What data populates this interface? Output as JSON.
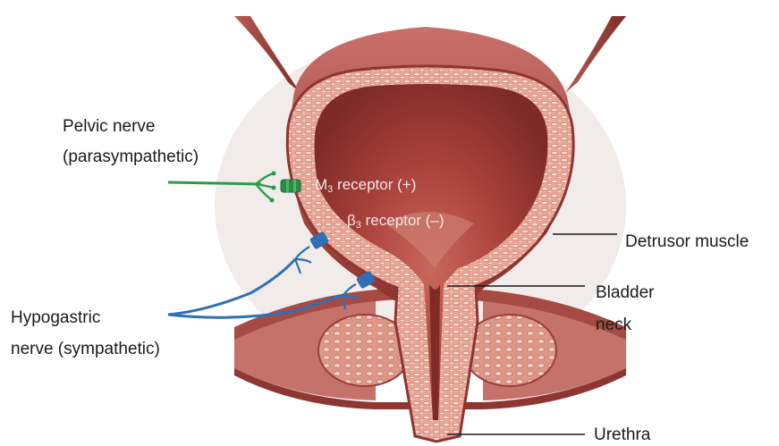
{
  "labels": {
    "pelvic_nerve": [
      "Pelvic nerve",
      "(parasympathetic)"
    ],
    "hypogastric_nerve": [
      "Hypogastric",
      "nerve (sympathetic)"
    ],
    "m3_receptor": {
      "symbol": "M",
      "subscript": "3",
      "text": "receptor (+)"
    },
    "b3_receptor": {
      "symbol": "β",
      "subscript": "3",
      "text": "receptor (–)"
    },
    "detrusor_muscle": "Detrusor muscle",
    "bladder_neck": [
      "Bladder",
      "neck"
    ],
    "urethra": "Urethra"
  },
  "colors": {
    "parasympathetic": "#2e9a4f",
    "sympathetic": "#2f6fb4",
    "bladder_wall": "#9c3a36",
    "muscle_layer": "#e4a090",
    "lumen": "#a8403a"
  }
}
